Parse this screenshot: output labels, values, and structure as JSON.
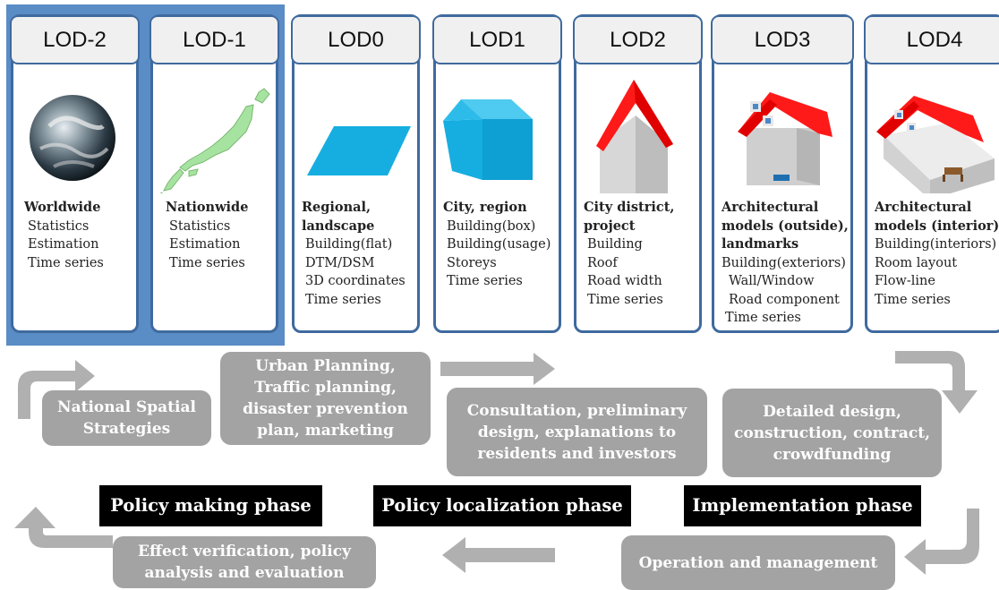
{
  "lods": [
    {
      "title": "LOD-2",
      "lines": [
        "Worldwide",
        "Statistics",
        "Estimation",
        "Time series"
      ]
    },
    {
      "title": "LOD-1",
      "lines": [
        "Nationwide",
        "Statistics",
        "Estimation",
        "Time series"
      ]
    },
    {
      "title": "LOD0",
      "lines": [
        "Regional,",
        "landscape",
        "Building(flat)",
        "DTM/DSM",
        "3D coordinates",
        "Time series"
      ]
    },
    {
      "title": "LOD1",
      "lines": [
        "City, region",
        "Building(box)",
        "Building(usage)",
        "Storeys",
        "Time series"
      ]
    },
    {
      "title": "LOD2",
      "lines": [
        "City district,",
        "project",
        "Building",
        "Roof",
        "Road width",
        "Time series"
      ]
    },
    {
      "title": "LOD3",
      "lines": [
        "Architectural",
        "models (outside),",
        "landmarks",
        "Building(exteriors)",
        "Wall/Window",
        "Road component",
        "Time series"
      ]
    },
    {
      "title": "LOD4",
      "lines": [
        "Architectural",
        "models (interior)",
        "Building(interiors)",
        "Room layout",
        "Flow-line",
        "Time series"
      ]
    }
  ],
  "process": {
    "national_spatial_strategies": [
      "National Spatial",
      "Strategies"
    ],
    "urban_planning": [
      "Urban Planning,",
      "Traffic planning,",
      "disaster prevention",
      "plan, marketing"
    ],
    "consultation": [
      "Consultation, preliminary",
      "design, explanations to",
      "residents and investors"
    ],
    "detailed_design": [
      "Detailed design,",
      "construction, contract,",
      "crowdfunding"
    ],
    "operation": [
      "Operation and management"
    ],
    "effect_verification": [
      "Effect verification, policy",
      "analysis and evaluation"
    ]
  },
  "phases": {
    "policy_making": "Policy making phase",
    "policy_localization": "Policy localization phase",
    "implementation": "Implementation phase"
  },
  "colors": {
    "highlight": "#5a8cc6",
    "card_border": "#3f6a9e",
    "pill": "#a3a3a3",
    "arrow": "#b0b0b0",
    "roof": "#ff1a1a",
    "box": "#16aee0"
  }
}
